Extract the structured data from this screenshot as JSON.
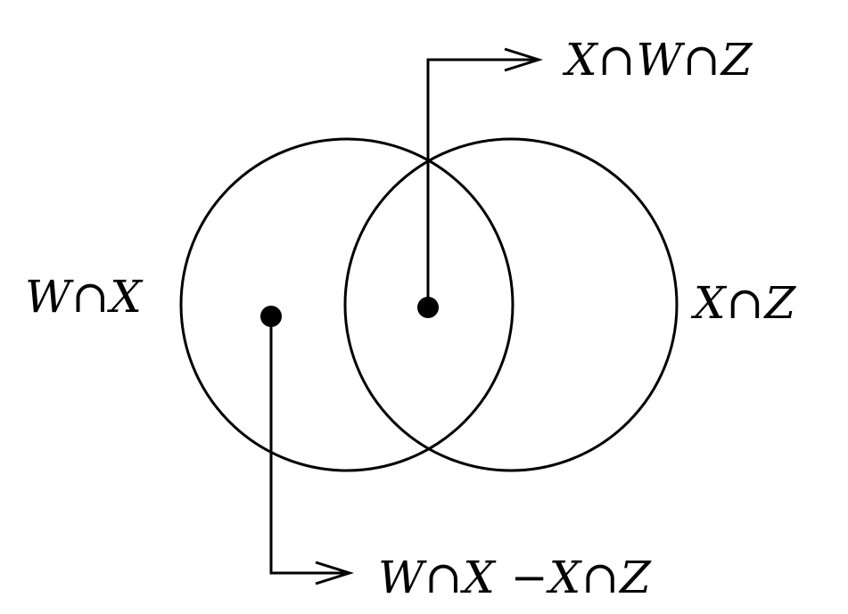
{
  "diagram": {
    "label_top": "X∩W∩Z",
    "label_left": "W∩X",
    "label_right": "X∩Z",
    "label_bottom": "W∩X −X∩Z"
  },
  "colors": {
    "stroke": "#000000",
    "background": "#ffffff"
  }
}
